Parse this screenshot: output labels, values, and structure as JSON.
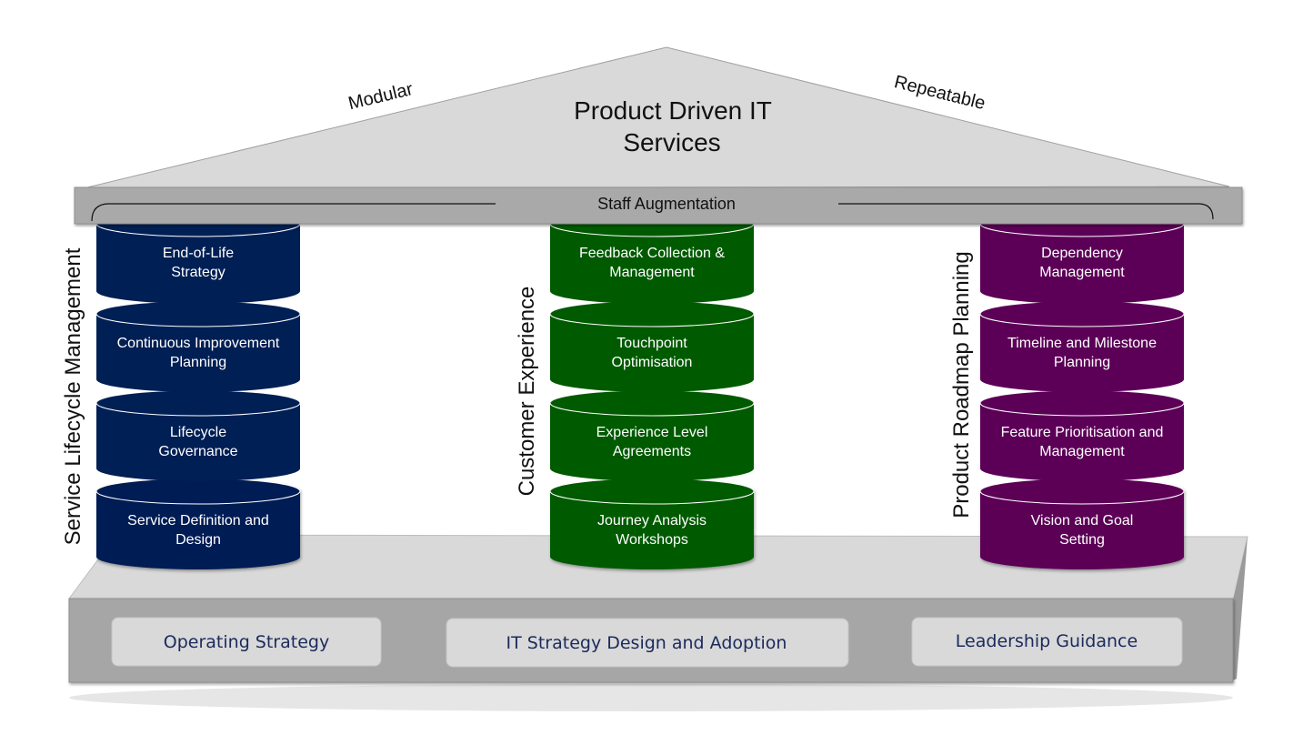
{
  "roof": {
    "title_line1": "Product Driven IT",
    "title_line2": "Services",
    "left_label": "Modular",
    "right_label": "Repeatable"
  },
  "beam": {
    "label": "Staff Augmentation"
  },
  "pillars": [
    {
      "title": "Service Lifecycle Management",
      "color": "#001f54",
      "segments": [
        {
          "line1": "End-of-Life",
          "line2": "Strategy"
        },
        {
          "line1": "Continuous Improvement",
          "line2": "Planning"
        },
        {
          "line1": "Lifecycle",
          "line2": "Governance"
        },
        {
          "line1": "Service Definition and",
          "line2": "Design"
        }
      ]
    },
    {
      "title": "Customer Experience",
      "color": "#005a00",
      "segments": [
        {
          "line1": "Feedback Collection &",
          "line2": "Management"
        },
        {
          "line1": "Touchpoint",
          "line2": "Optimisation"
        },
        {
          "line1": "Experience Level",
          "line2": "Agreements"
        },
        {
          "line1": "Journey Analysis",
          "line2": "Workshops"
        }
      ]
    },
    {
      "title": "Product Roadmap Planning",
      "color": "#5c0057",
      "segments": [
        {
          "line1": "Dependency",
          "line2": "Management"
        },
        {
          "line1": "Timeline and Milestone",
          "line2": "Planning"
        },
        {
          "line1": "Feature Prioritisation and",
          "line2": "Management"
        },
        {
          "line1": "Vision and Goal",
          "line2": "Setting"
        }
      ]
    }
  ],
  "foundation": {
    "blocks": [
      {
        "label": "Operating Strategy"
      },
      {
        "label": "IT Strategy Design and Adoption"
      },
      {
        "label": "Leadership Guidance"
      }
    ]
  },
  "colors": {
    "roof_fill": "#d9d9d9",
    "beam_fill": "#a9a9a9",
    "platform_top": "#d9d9d9",
    "platform_front": "#a6a6a6",
    "foundation_block": "#d9d9d9",
    "foundation_text": "#1a2a5c",
    "shadow": "#e6e6e6"
  }
}
